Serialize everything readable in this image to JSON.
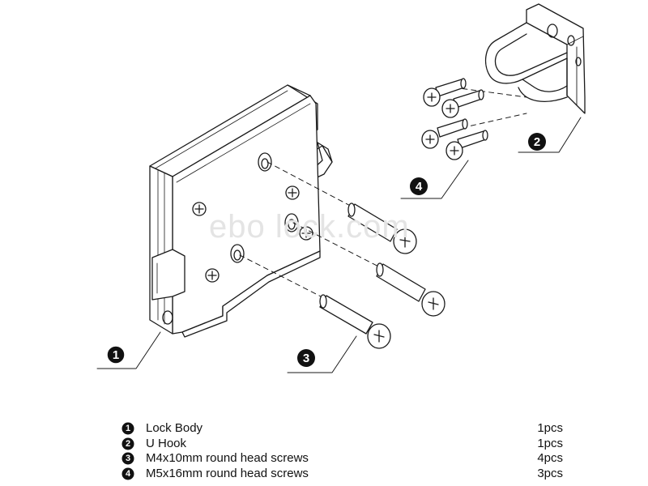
{
  "watermark": "ebo  lock.com",
  "callouts": [
    {
      "number": "1"
    },
    {
      "number": "2"
    },
    {
      "number": "3"
    },
    {
      "number": "4"
    }
  ],
  "parts": [
    {
      "number": "1",
      "name": "Lock Body",
      "qty": "1pcs"
    },
    {
      "number": "2",
      "name": "U Hook",
      "qty": "1pcs"
    },
    {
      "number": "3",
      "name": "M4x10mm round head screws",
      "qty": "4pcs"
    },
    {
      "number": "4",
      "name": "M5x16mm round head screws",
      "qty": "3pcs"
    }
  ],
  "colors": {
    "line": "#1a1a1a",
    "watermark": "#e4e4e4",
    "background": "#ffffff"
  },
  "icons": [
    "lock-body-illustration",
    "u-hook-illustration",
    "screw-illustration"
  ]
}
